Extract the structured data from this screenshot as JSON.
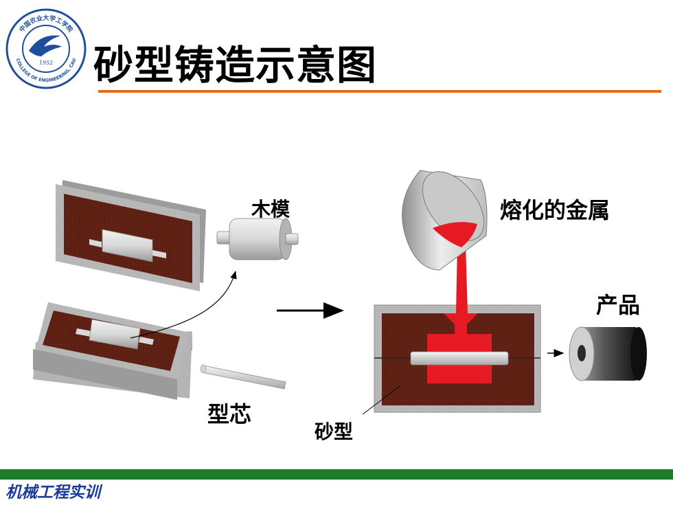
{
  "slide": {
    "title": "砂型铸造示意图",
    "footer": "机械工程实训"
  },
  "logo": {
    "top_text": "中国农业大学工学院",
    "bottom_text": "COLLEGE OF ENGINEERING, CAU",
    "year": "1952"
  },
  "labels": {
    "wood_pattern": "木模",
    "core": "型芯",
    "molten_metal": "熔化的金属",
    "sand_mold": "砂型",
    "product": "产品"
  },
  "colors": {
    "title_rule": "#e36c1a",
    "footer_bar": "#1e7b2a",
    "footer_text": "#1a3a9a",
    "sand": "#5a1e12",
    "metal": "#e51a22",
    "frame": "#b7b7b7"
  }
}
